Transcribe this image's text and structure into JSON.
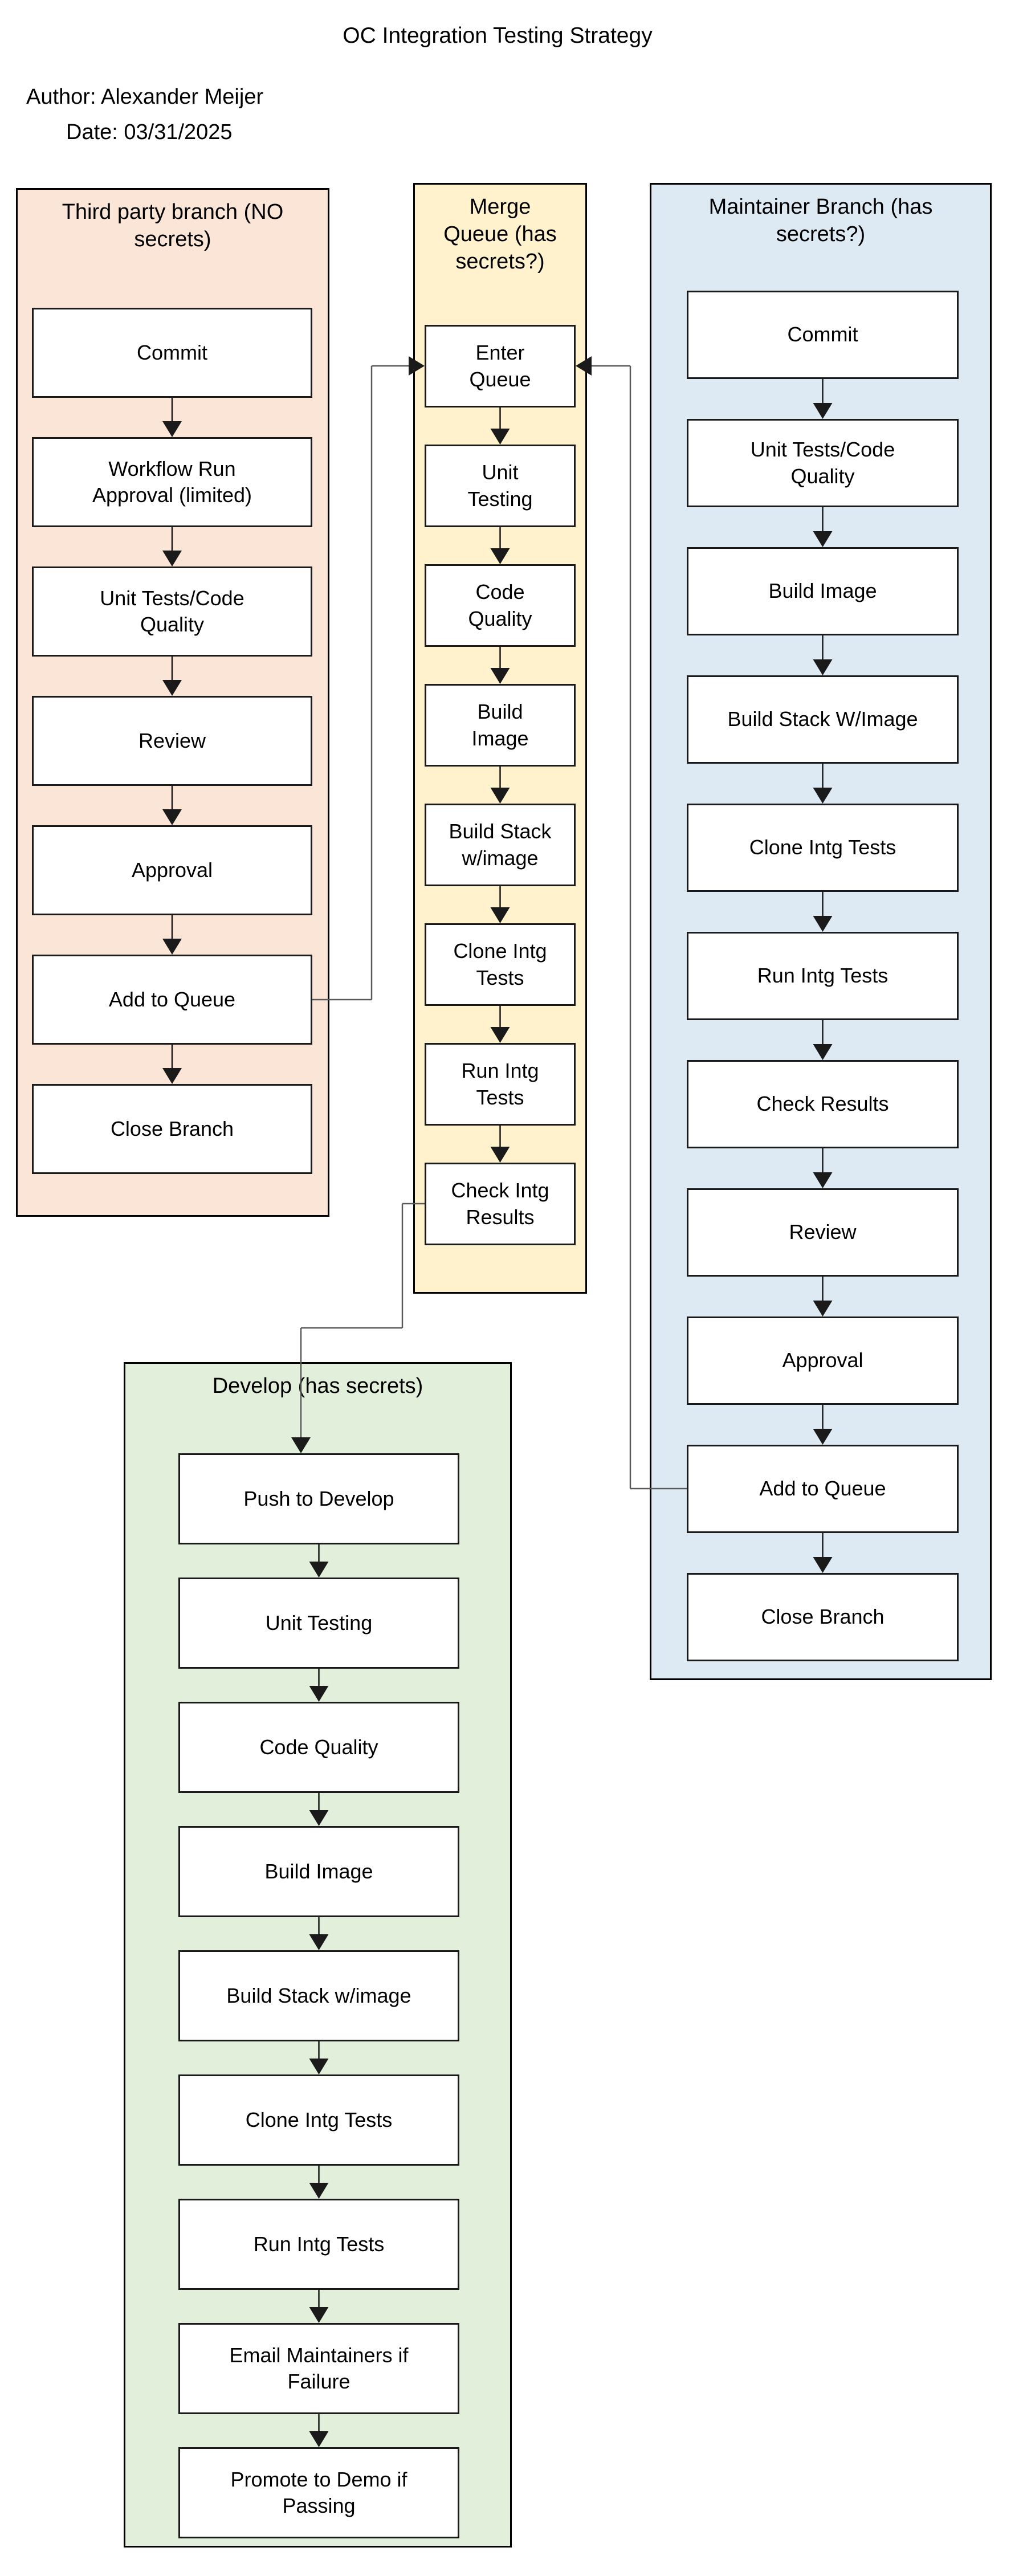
{
  "title": "OC Integration Testing Strategy",
  "meta": {
    "author_line": "Author: Alexander Meijer",
    "date_line": "Date: 03/31/2025"
  },
  "colors": {
    "third_party_fill": "#FBE5D6",
    "merge_queue_fill": "#FFF2CC",
    "maintainer_fill": "#DEEAF3",
    "develop_fill": "#E2EFDA",
    "node_fill": "#FFFFFF",
    "border": "#000000",
    "connector": "#595959"
  },
  "lanes": [
    {
      "id": "third-party",
      "title": "Third party branch (NO\nsecrets)",
      "boxes": [
        "Commit",
        "Workflow Run\nApproval (limited)",
        "Unit Tests/Code\nQuality",
        "Review",
        "Approval",
        "Add to Queue",
        "Close Branch"
      ]
    },
    {
      "id": "merge-queue",
      "title": "Merge\nQueue (has\nsecrets?)",
      "boxes": [
        "Enter\nQueue",
        "Unit\nTesting",
        "Code\nQuality",
        "Build\nImage",
        "Build Stack\nw/image",
        "Clone Intg\nTests",
        "Run Intg\nTests",
        "Check Intg\nResults"
      ]
    },
    {
      "id": "maintainer",
      "title": "Maintainer Branch (has\nsecrets?)",
      "boxes": [
        "Commit",
        "Unit Tests/Code\nQuality",
        "Build Image",
        "Build Stack W/Image",
        "Clone Intg Tests",
        "Run Intg Tests",
        "Check Results",
        "Review",
        "Approval",
        "Add to Queue",
        "Close Branch"
      ]
    },
    {
      "id": "develop",
      "title": "Develop (has secrets)",
      "boxes": [
        "Push to Develop",
        "Unit Testing",
        "Code Quality",
        "Build Image",
        "Build Stack w/image",
        "Clone Intg Tests",
        "Run Intg Tests",
        "Email Maintainers if\nFailure",
        "Promote to Demo if\nPassing"
      ]
    }
  ],
  "connectors": [
    {
      "from": "third-party: Add to Queue",
      "to": "merge-queue: Enter Queue"
    },
    {
      "from": "maintainer: Add to Queue",
      "to": "merge-queue: Enter Queue"
    },
    {
      "from": "merge-queue: Check Intg Results",
      "to": "develop: Push to Develop"
    }
  ]
}
